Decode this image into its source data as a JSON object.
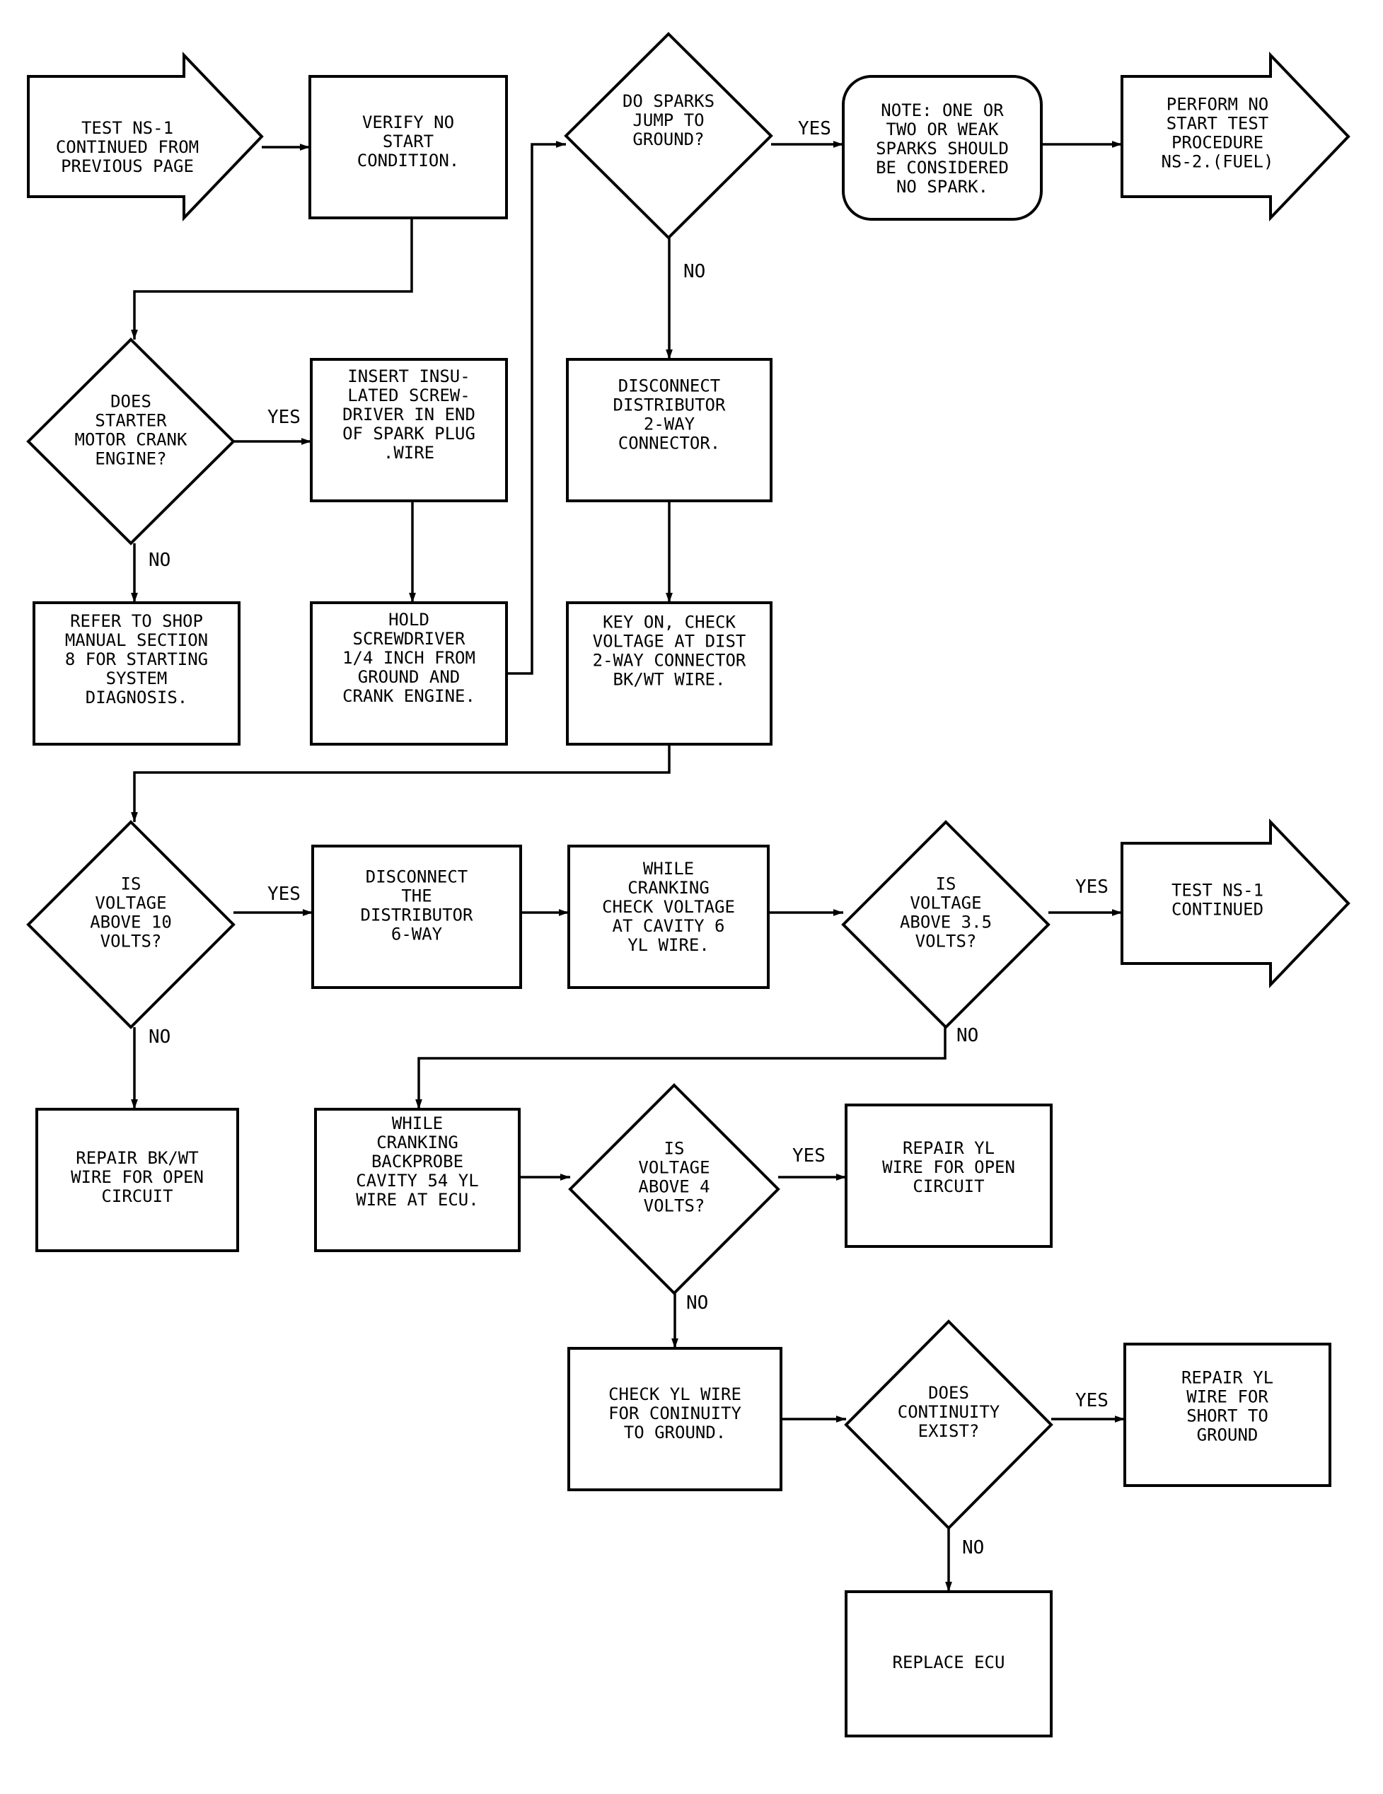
{
  "nodes": {
    "n_start": [
      "TEST NS-1",
      "CONTINUED FROM",
      "PREVIOUS PAGE"
    ],
    "n_verify": [
      "VERIFY NO",
      "START",
      "CONDITION."
    ],
    "n_sparks": [
      "DO SPARKS",
      "JUMP TO",
      "GROUND?"
    ],
    "n_note": [
      "NOTE: ONE OR",
      "TWO OR WEAK",
      "SPARKS SHOULD",
      "BE CONSIDERED",
      "NO SPARK."
    ],
    "n_ns2": [
      "PERFORM NO",
      "START TEST",
      "PROCEDURE",
      "NS-2.(FUEL)"
    ],
    "n_crank": [
      "DOES",
      "STARTER",
      "MOTOR CRANK",
      "ENGINE?"
    ],
    "n_insert": [
      "INSERT INSU-",
      "LATED SCREW-",
      "DRIVER IN END",
      "OF SPARK PLUG",
      ".WIRE"
    ],
    "n_disc2": [
      "DISCONNECT",
      "DISTRIBUTOR",
      "2-WAY",
      "CONNECTOR."
    ],
    "n_refer": [
      "REFER TO SHOP",
      "MANUAL SECTION",
      "8 FOR STARTING",
      "SYSTEM",
      "DIAGNOSIS."
    ],
    "n_hold": [
      "HOLD",
      "SCREWDRIVER",
      "1/4 INCH FROM",
      "GROUND AND",
      "CRANK ENGINE."
    ],
    "n_keyon": [
      "KEY ON, CHECK",
      "VOLTAGE AT DIST",
      "2-WAY CONNECTOR",
      "BK/WT WIRE."
    ],
    "n_v10": [
      "IS",
      "VOLTAGE",
      "ABOVE 10",
      "VOLTS?"
    ],
    "n_disc6": [
      "DISCONNECT",
      "THE",
      "DISTRIBUTOR",
      "6-WAY"
    ],
    "n_while6": [
      "WHILE",
      "CRANKING",
      "CHECK VOLTAGE",
      "AT CAVITY 6",
      "YL WIRE."
    ],
    "n_v35": [
      "IS",
      "VOLTAGE",
      "ABOVE 3.5",
      "VOLTS?"
    ],
    "n_cont": [
      "TEST NS-1",
      "CONTINUED"
    ],
    "n_repbk": [
      "REPAIR BK/WT",
      "WIRE FOR OPEN",
      "CIRCUIT"
    ],
    "n_back": [
      "WHILE",
      "CRANKING",
      "BACKPROBE",
      "CAVITY 54 YL",
      "WIRE AT ECU."
    ],
    "n_v4": [
      "IS",
      "VOLTAGE",
      "ABOVE 4",
      "VOLTS?"
    ],
    "n_repyl": [
      "REPAIR YL",
      "WIRE FOR OPEN",
      "CIRCUIT"
    ],
    "n_checkyl": [
      "CHECK YL WIRE",
      "FOR CONINUITY",
      "TO GROUND."
    ],
    "n_exist": [
      "DOES",
      "CONTINUITY",
      "EXIST?"
    ],
    "n_repshort": [
      "REPAIR YL",
      "WIRE FOR",
      "SHORT TO",
      "GROUND"
    ],
    "n_ecu": [
      "REPLACE ECU"
    ]
  },
  "edges": [
    {
      "from": "n_start",
      "to": "n_verify",
      "label": ""
    },
    {
      "from": "n_verify",
      "to": "n_crank",
      "label": ""
    },
    {
      "from": "n_crank",
      "to": "n_insert",
      "label": "YES"
    },
    {
      "from": "n_crank",
      "to": "n_refer",
      "label": "NO"
    },
    {
      "from": "n_insert",
      "to": "n_hold",
      "label": ""
    },
    {
      "from": "n_hold",
      "to": "n_sparks",
      "label": ""
    },
    {
      "from": "n_sparks",
      "to": "n_note",
      "label": "YES"
    },
    {
      "from": "n_note",
      "to": "n_ns2",
      "label": ""
    },
    {
      "from": "n_sparks",
      "to": "n_disc2",
      "label": "NO"
    },
    {
      "from": "n_disc2",
      "to": "n_keyon",
      "label": ""
    },
    {
      "from": "n_keyon",
      "to": "n_v10",
      "label": ""
    },
    {
      "from": "n_v10",
      "to": "n_disc6",
      "label": "YES"
    },
    {
      "from": "n_v10",
      "to": "n_repbk",
      "label": "NO"
    },
    {
      "from": "n_disc6",
      "to": "n_while6",
      "label": ""
    },
    {
      "from": "n_while6",
      "to": "n_v35",
      "label": ""
    },
    {
      "from": "n_v35",
      "to": "n_cont",
      "label": "YES"
    },
    {
      "from": "n_v35",
      "to": "n_back",
      "label": "NO"
    },
    {
      "from": "n_back",
      "to": "n_v4",
      "label": ""
    },
    {
      "from": "n_v4",
      "to": "n_repyl",
      "label": "YES"
    },
    {
      "from": "n_v4",
      "to": "n_checkyl",
      "label": "NO"
    },
    {
      "from": "n_checkyl",
      "to": "n_exist",
      "label": ""
    },
    {
      "from": "n_exist",
      "to": "n_repshort",
      "label": "YES"
    },
    {
      "from": "n_exist",
      "to": "n_ecu",
      "label": "NO"
    }
  ]
}
